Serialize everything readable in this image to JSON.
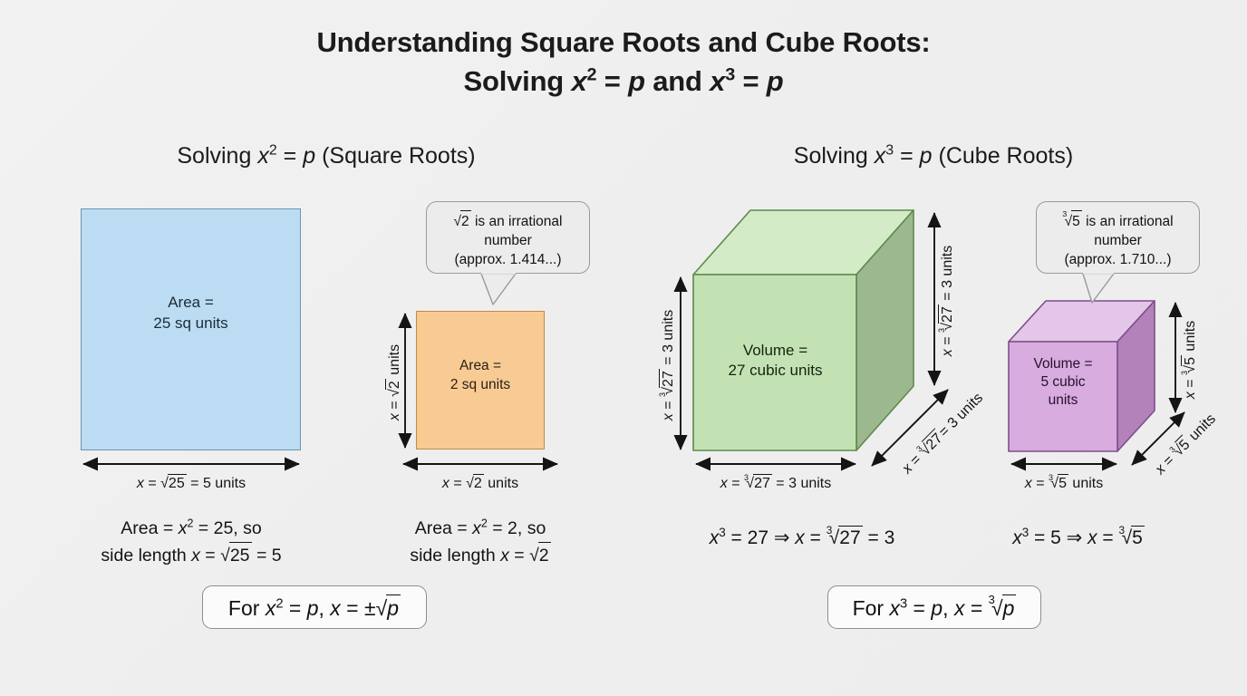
{
  "title": {
    "line1": "Understanding Square Roots and Cube Roots:",
    "line2_prefix": "Solving ",
    "line2_mid": " and ",
    "line2_eq1": "x² = p",
    "line2_eq2": "x³ = p"
  },
  "sections": {
    "square": {
      "heading": "Solving x² = p (Square Roots)"
    },
    "cube": {
      "heading": "Solving x³ = p (Cube Roots)"
    }
  },
  "figures": {
    "blue_square": {
      "label_line1": "Area =",
      "label_line2": "25 sq units",
      "width_label": "x = √25 = 5 units",
      "fill": "#bbdcf2",
      "stroke": "#6f93ae"
    },
    "orange_square": {
      "label_line1": "Area =",
      "label_line2": "2 sq units",
      "width_label": "x = √2 units",
      "height_label": "x = √2 units",
      "fill": "#f8cb94",
      "stroke": "#c08c42"
    },
    "green_cube": {
      "label_line1": "Volume =",
      "label_line2": "27 cubic units",
      "width_label": "x = ∛27 = 3 units",
      "height_label_left": "x = ∛27 = 3 units",
      "height_label_right": "x = ∛27 = 3 units",
      "depth_label": "x = ∛27 = 3 units",
      "fill_front": "#c3e2b4",
      "fill_top": "#d3ebc6",
      "fill_side": "#9cb88f",
      "stroke": "#5d8a4c"
    },
    "purple_cube": {
      "label_line1": "Volume =",
      "label_line2": "5 cubic",
      "label_line3": "units",
      "width_label": "x = ∛5 units",
      "height_label_right": "x = ∛5 units",
      "depth_label": "x = ∛5 units",
      "fill_front": "#d8acdf",
      "fill_top": "#e3c6e8",
      "fill_side": "#b382bb",
      "stroke": "#7f4f8a"
    }
  },
  "callouts": {
    "sqrt2": {
      "line1_suffix": " is an irrational",
      "line2": "number",
      "line3": "(approx. 1.414...)",
      "radicand": "2"
    },
    "cbrt5": {
      "line1_suffix": " is an irrational",
      "line2": "number",
      "line3": "(approx. 1.710...)",
      "radicand": "5"
    }
  },
  "captions": {
    "blue": {
      "line1": "Area = x² = 25, so",
      "line2": "side length x = √25 = 5"
    },
    "orange": {
      "line1": "Area = x² = 2, so",
      "line2": "side length x = √2"
    },
    "green": {
      "line1": "x³ = 27 ⇒ x = ∛27 = 3"
    },
    "purple": {
      "line1": "x³ = 5 ⇒ x = ∛5"
    }
  },
  "formulas": {
    "square": "For x² = p, x = ±√p",
    "cube": "For x³ = p, x = ∛p"
  },
  "colors": {
    "background": "#f0f0f0",
    "text": "#141414",
    "arrow": "#141414",
    "callout_bg": "#ececec",
    "callout_border": "#9a9a9a",
    "formula_bg": "#fbfbfb",
    "formula_border": "#8e8e8e"
  }
}
